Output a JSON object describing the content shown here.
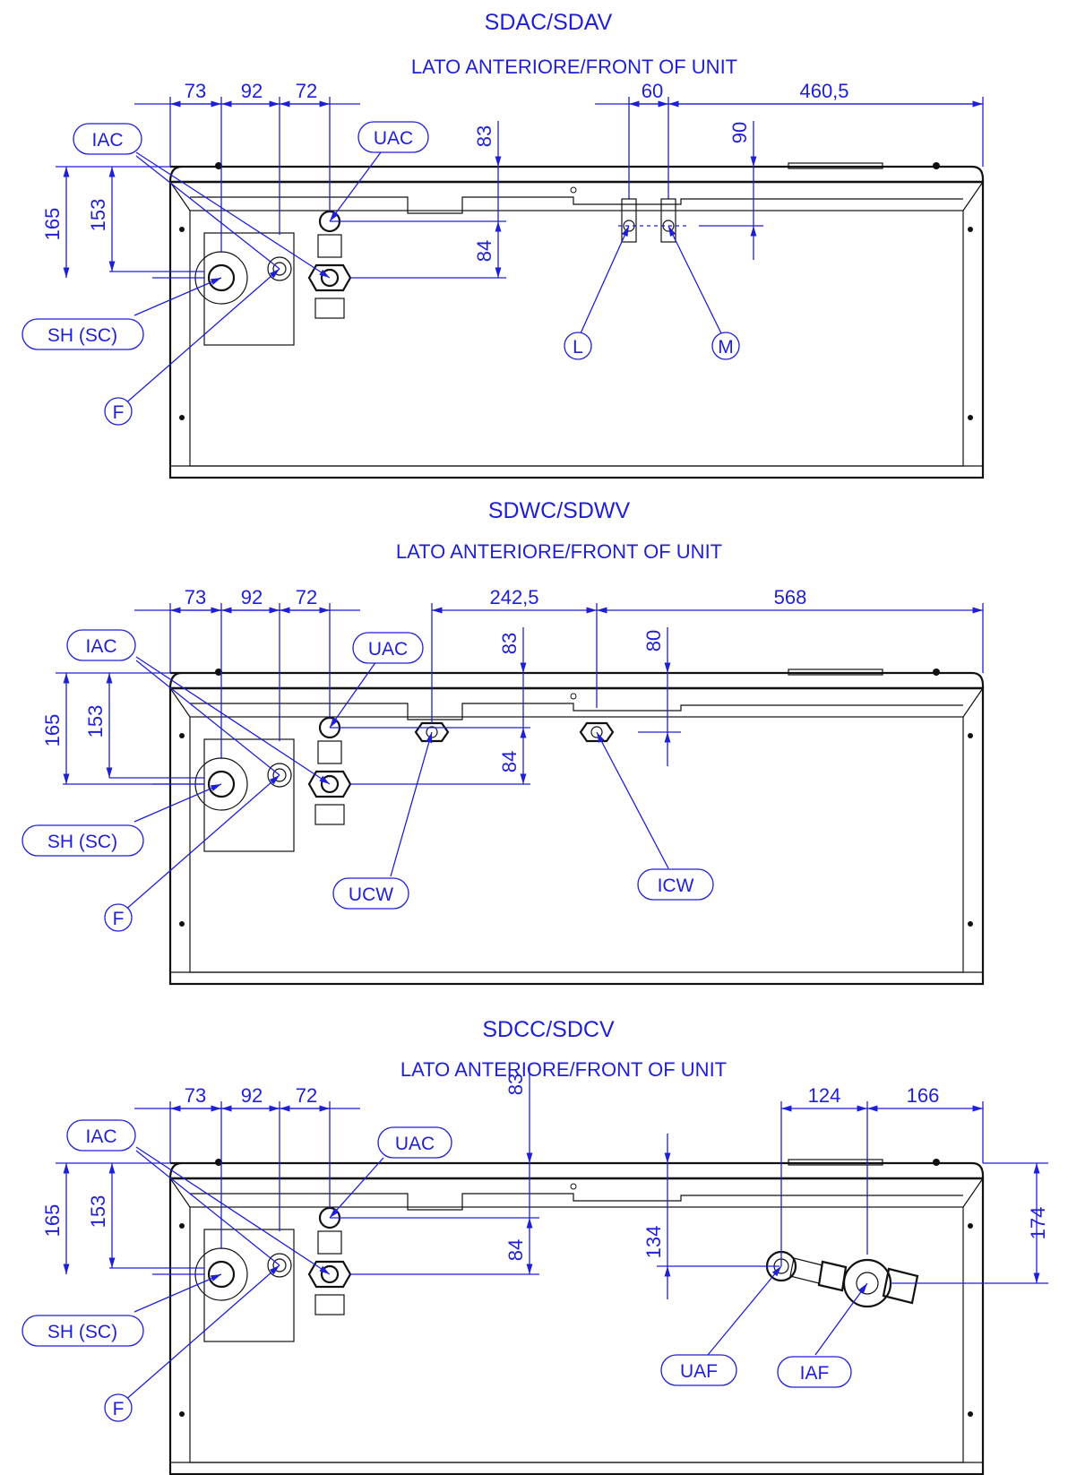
{
  "sections": [
    {
      "title": "SDAC/SDAV",
      "subtitle": "LATO ANTERIORE/FRONT OF UNIT",
      "dims": {
        "d73": "73",
        "d92": "92",
        "d72": "72",
        "d165": "165",
        "d153": "153",
        "d83": "83",
        "d84": "84",
        "a": "60",
        "b": "460,5",
        "c": "90"
      },
      "labels": {
        "iac": "IAC",
        "uac": "UAC",
        "sh": "SH (SC)",
        "f": "F",
        "l": "L",
        "m": "M"
      }
    },
    {
      "title": "SDWC/SDWV",
      "subtitle": "LATO ANTERIORE/FRONT OF UNIT",
      "dims": {
        "d73": "73",
        "d92": "92",
        "d72": "72",
        "d165": "165",
        "d153": "153",
        "d83": "83",
        "d84": "84",
        "a": "242,5",
        "b": "568",
        "c": "80"
      },
      "labels": {
        "iac": "IAC",
        "uac": "UAC",
        "sh": "SH (SC)",
        "f": "F",
        "ucw": "UCW",
        "icw": "ICW"
      }
    },
    {
      "title": "SDCC/SDCV",
      "subtitle": "LATO ANTERIORE/FRONT OF UNIT",
      "dims": {
        "d73": "73",
        "d92": "92",
        "d72": "72",
        "d165": "165",
        "d153": "153",
        "d83": "83",
        "d84": "84",
        "a": "124",
        "b": "166",
        "c": "134",
        "e": "174"
      },
      "labels": {
        "iac": "IAC",
        "uac": "UAC",
        "sh": "SH (SC)",
        "f": "F",
        "uaf": "UAF",
        "iaf": "IAF"
      }
    }
  ]
}
